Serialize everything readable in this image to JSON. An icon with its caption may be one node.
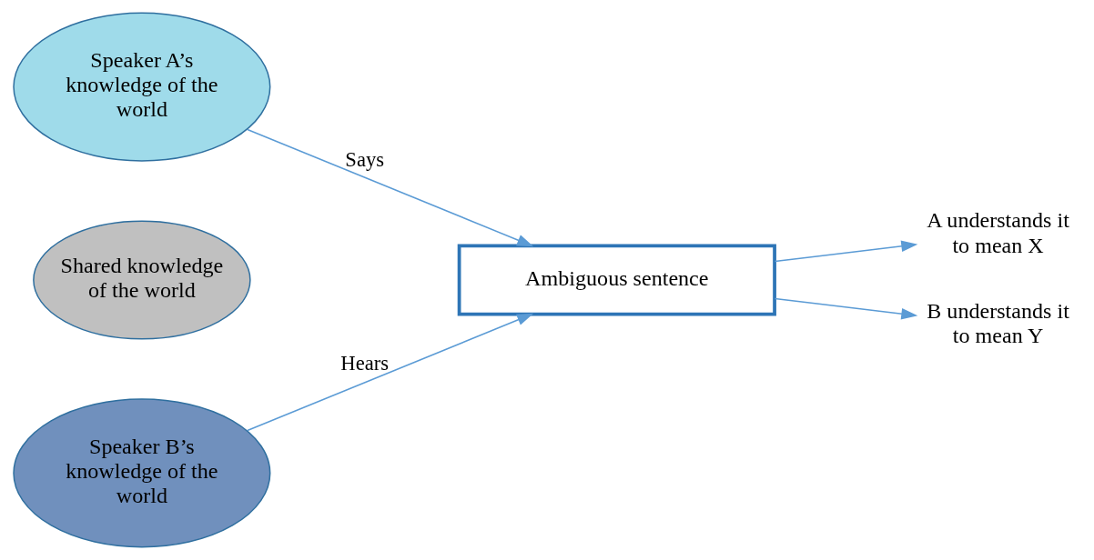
{
  "diagram": {
    "nodes": [
      {
        "text": [
          "Speaker A’s knowledge of the world"
        ]
      },
      {
        "text": [
          "Shared knowledge of the world"
        ]
      },
      {
        "text": [
          "Speaker B’s knowledge of the world"
        ]
      },
      {
        "text": [
          "Ambiguous sentence"
        ]
      },
      {
        "text": [
          "A understands it to mean X"
        ]
      },
      {
        "text": [
          "B understands it to mean Y"
        ]
      }
    ],
    "edges": [
      {
        "from": 0,
        "to": 3,
        "arrow": "to",
        "label": "Says"
      },
      {
        "from": 2,
        "to": 3,
        "arrow": "to",
        "label": "Hears"
      },
      {
        "from": 3,
        "to": 4,
        "arrow": "to"
      },
      {
        "from": 3,
        "to": 5,
        "arrow": "to"
      }
    ]
  }
}
